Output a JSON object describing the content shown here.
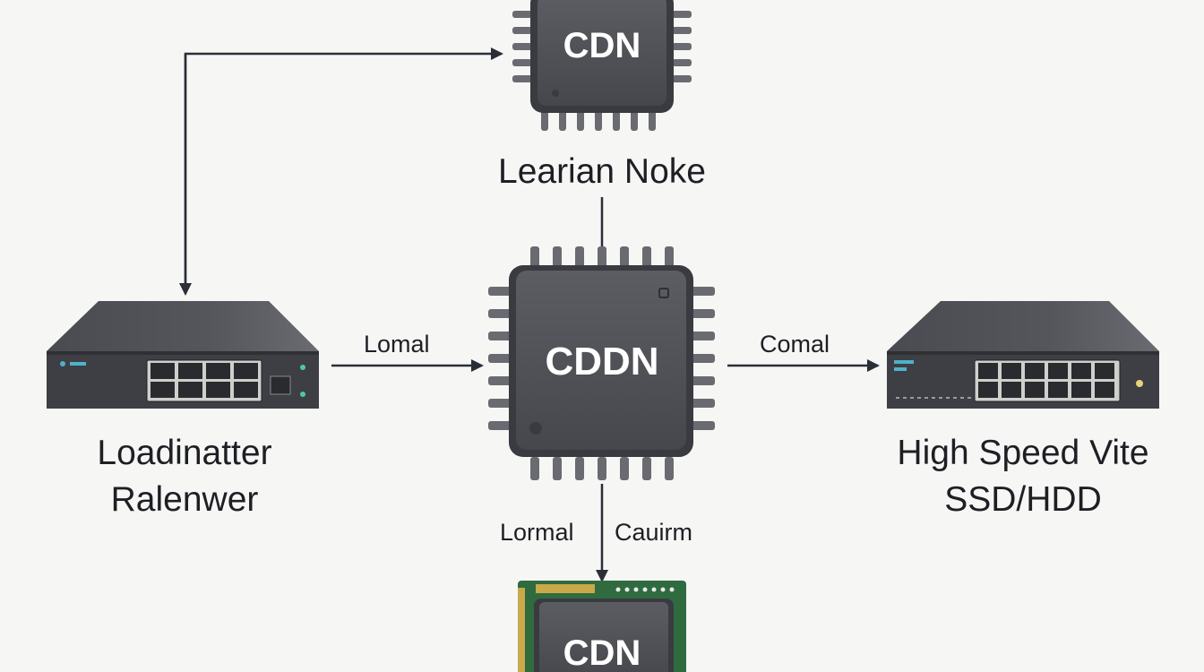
{
  "nodes": {
    "top_chip": {
      "chip_label": "CDN",
      "caption": "Learian Noke"
    },
    "center_chip": {
      "chip_label": "CDDN"
    },
    "left_switch": {
      "caption_line1": "Loadinatter",
      "caption_line2": "Ralenwer"
    },
    "right_switch": {
      "caption_line1": "High Speed Vite",
      "caption_line2": "SSD/HDD"
    },
    "bottom_module": {
      "chip_label": "CDN"
    }
  },
  "edges": {
    "left_to_center": {
      "label": "Lomal"
    },
    "center_to_right": {
      "label": "Comal"
    },
    "center_to_bottom": {
      "label_left": "Lormal",
      "label_right": "Cauirm"
    }
  },
  "colors": {
    "background": "#f6f6f5",
    "chip_body": "#3a3b40",
    "chip_top": "#55565c",
    "pin": "#6a6b70",
    "switch_body": "#3e3f44",
    "port": "#2a2b2f",
    "pcb_green": "#2f6b3f",
    "line": "#2b2e37",
    "text": "#1e1f24"
  }
}
